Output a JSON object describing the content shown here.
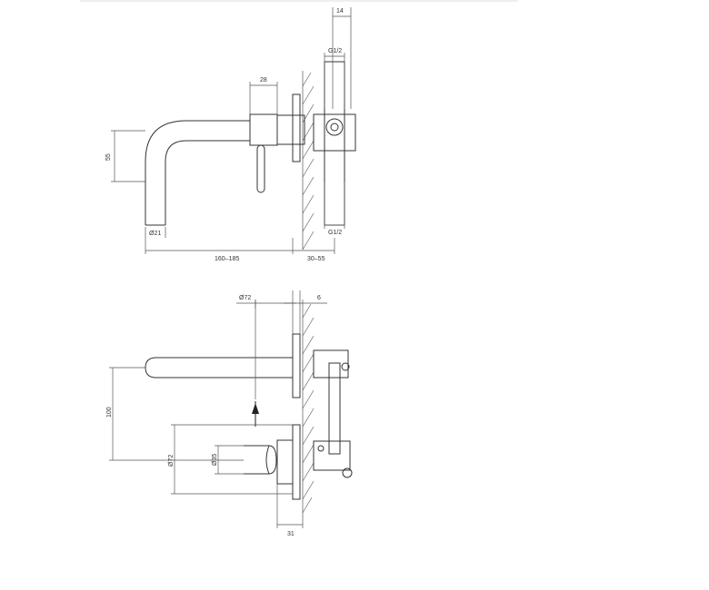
{
  "top_view": {
    "dims": {
      "wall_thickness": "14",
      "thread_top": "G1/2",
      "thread_bottom": "G1/2",
      "collar_width": "28",
      "spout_height": "55",
      "pipe_diameter": "Ø21",
      "spout_length": "160–185",
      "wall_depth": "30–55"
    }
  },
  "side_view": {
    "dims": {
      "plate_diameter": "Ø72",
      "plate_thickness": "6",
      "spout_height": "100",
      "plate_diameter_side": "Ø72",
      "handle_diameter": "Ø35",
      "depth": "31"
    }
  },
  "colors": {
    "line": "#333333",
    "hatch": "#666666"
  }
}
